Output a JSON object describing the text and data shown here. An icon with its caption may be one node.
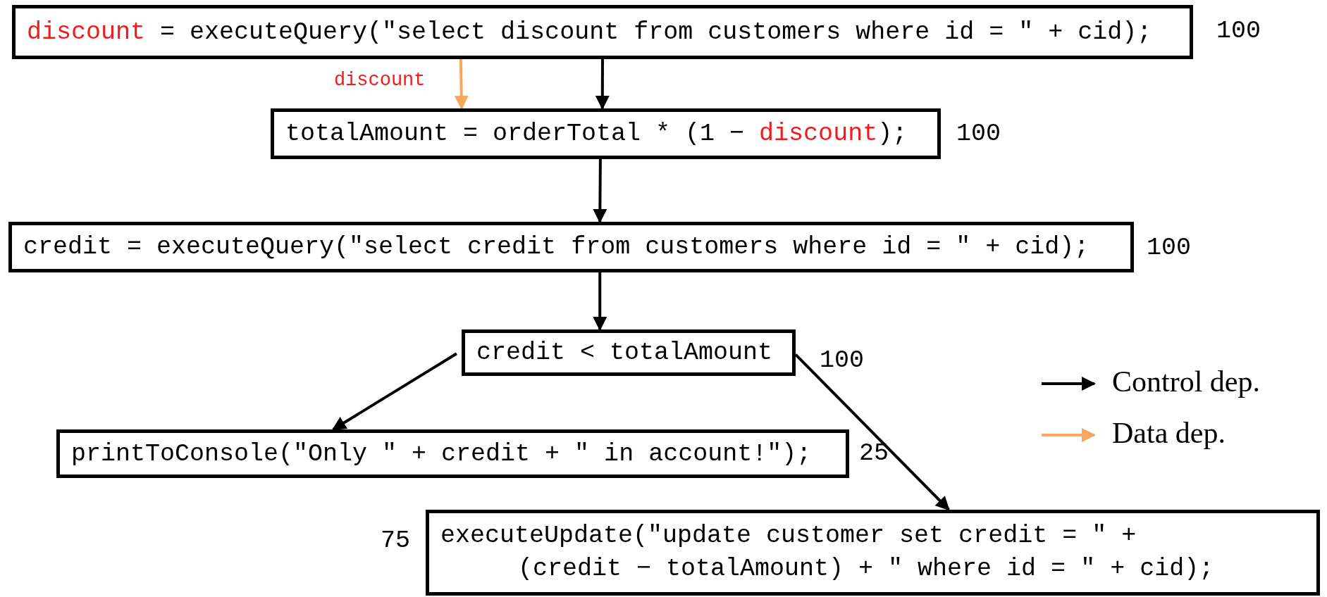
{
  "diagram": {
    "nodes": [
      {
        "text": [
          "**discount** = executeQuery(\"select discount from customers where id = \" + cid);"
        ],
        "beside": [
          "100"
        ]
      },
      {
        "text": [
          "totalAmount = orderTotal * (1 − **discount**);"
        ],
        "beside": [
          "100"
        ]
      },
      {
        "text": [
          "credit = executeQuery(\"select credit from customers where id = \" + cid);"
        ],
        "beside": [
          "100"
        ]
      },
      {
        "text": [
          "credit < totalAmount"
        ],
        "beside": [
          "100"
        ]
      },
      {
        "text": [
          "printToConsole(\"Only \" + credit + \" in account!\");"
        ],
        "beside": [
          "25"
        ]
      },
      {
        "text": [
          "executeUpdate(\"update customer set credit = \" + (credit − totalAmount) + \" where id = \" + cid);"
        ],
        "beside": [
          "75"
        ]
      }
    ],
    "edges": [
      {
        "from": 0,
        "to": 1,
        "arrow": "to"
      },
      {
        "from": 0,
        "to": 1,
        "arrow": "to",
        "label": "discount",
        "color": "#f8a75c"
      },
      {
        "from": 1,
        "to": 2,
        "arrow": "to"
      },
      {
        "from": 2,
        "to": 3,
        "arrow": "to"
      },
      {
        "from": 3,
        "to": 4,
        "arrow": "to"
      },
      {
        "from": 3,
        "to": 5,
        "arrow": "to"
      }
    ],
    "legend": [
      {
        "text": "Control dep."
      },
      {
        "text": "Data dep."
      }
    ]
  }
}
